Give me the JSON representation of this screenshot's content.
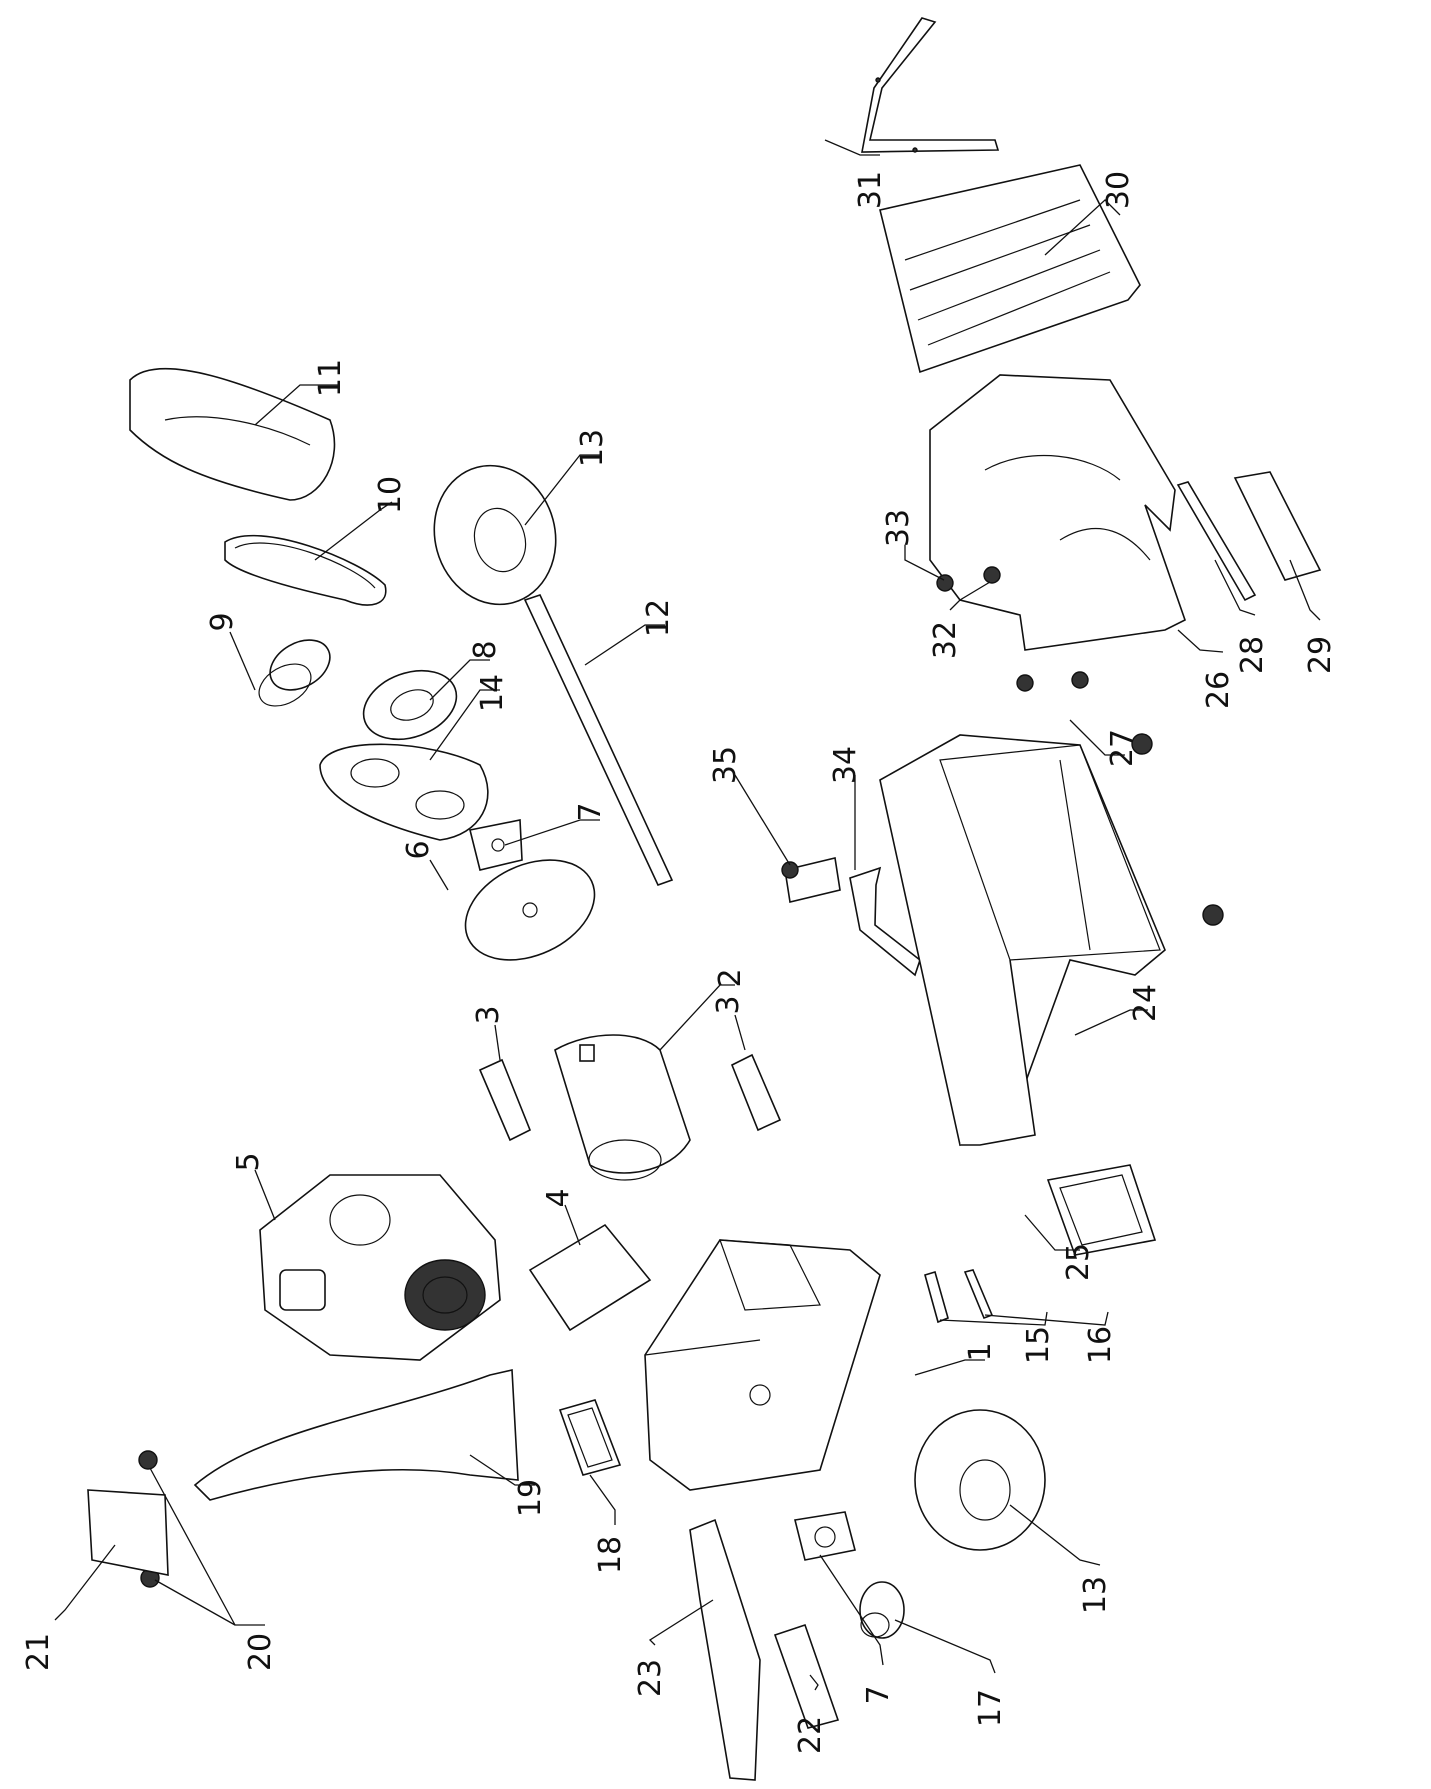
{
  "colors": {
    "line": "#111111",
    "background": "#ffffff"
  },
  "labels": {
    "p1": "1",
    "p2": "2",
    "p3a": "3",
    "p3b": "3",
    "p4": "4",
    "p5": "5",
    "p6": "6",
    "p7a": "7",
    "p7b": "7",
    "p8": "8",
    "p9": "9",
    "p10": "10",
    "p11": "11",
    "p12": "12",
    "p13a": "13",
    "p13b": "13",
    "p14": "14",
    "p15": "15",
    "p16": "16",
    "p17": "17",
    "p18": "18",
    "p19": "19",
    "p20": "20",
    "p21": "21",
    "p22": "22",
    "p23": "23",
    "p24": "24",
    "p25": "25",
    "p26": "26",
    "p27": "27",
    "p28": "28",
    "p29": "29",
    "p30": "30",
    "p31": "31",
    "p32": "32",
    "p33": "33",
    "p34": "34",
    "p35": "35"
  }
}
